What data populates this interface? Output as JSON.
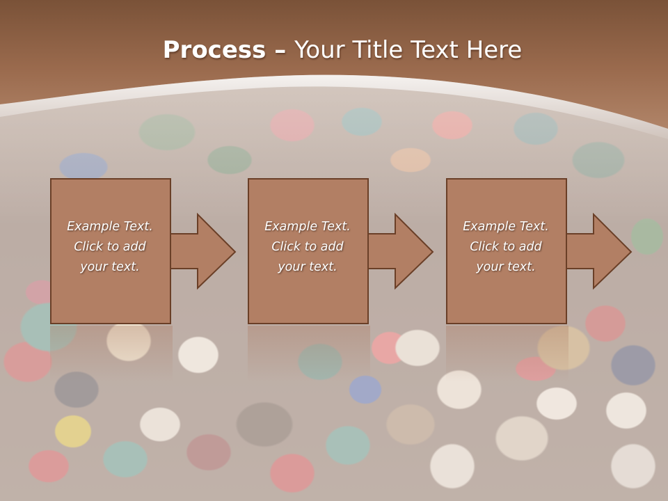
{
  "slide": {
    "title_bold": "Process",
    "title_dash": " – ",
    "title_rest": "Your Title Text Here"
  },
  "steps": [
    {
      "line1": "Example Text.",
      "line2": "Click  to add",
      "line3": "your text."
    },
    {
      "line1": "Example Text.",
      "line2": "Click  to add",
      "line3": "your text."
    },
    {
      "line1": "Example Text.",
      "line2": "Click  to add",
      "line3": "your text."
    }
  ],
  "colors": {
    "header_brown": "#9c6a4c",
    "box_fill": "#b27f64",
    "box_border": "#6a3f27",
    "title_text": "#ffffff"
  },
  "icons": {
    "arrow": "arrow-right-icon",
    "background": "sewing-buttons-photo"
  }
}
